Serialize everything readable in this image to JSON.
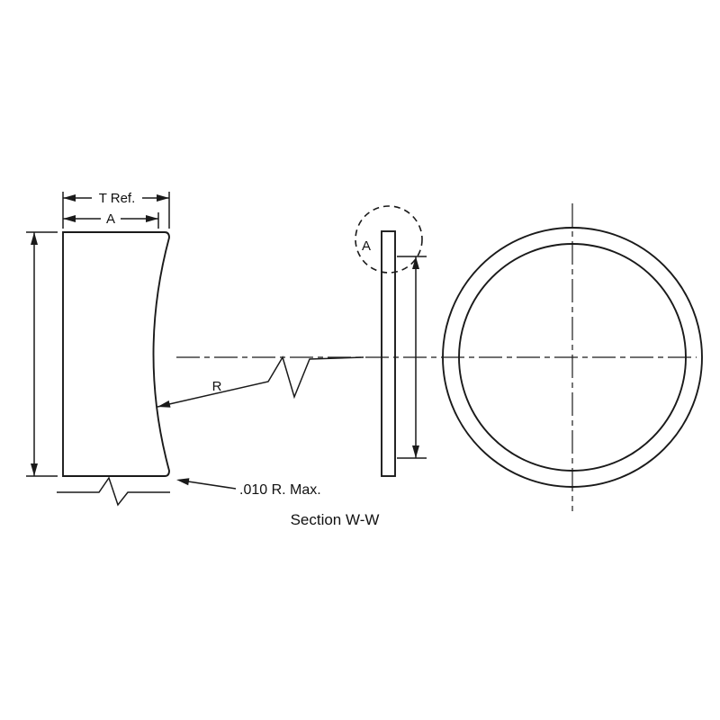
{
  "drawing": {
    "labels": {
      "thickness_ref": "T Ref.",
      "width_a": "A",
      "radius": "R",
      "detail_a": "A",
      "corner_radius_note": ".010 R. Max.",
      "section_title": "Section W-W"
    },
    "colors": {
      "line": "#1a1a1a",
      "background": "#ffffff"
    }
  }
}
